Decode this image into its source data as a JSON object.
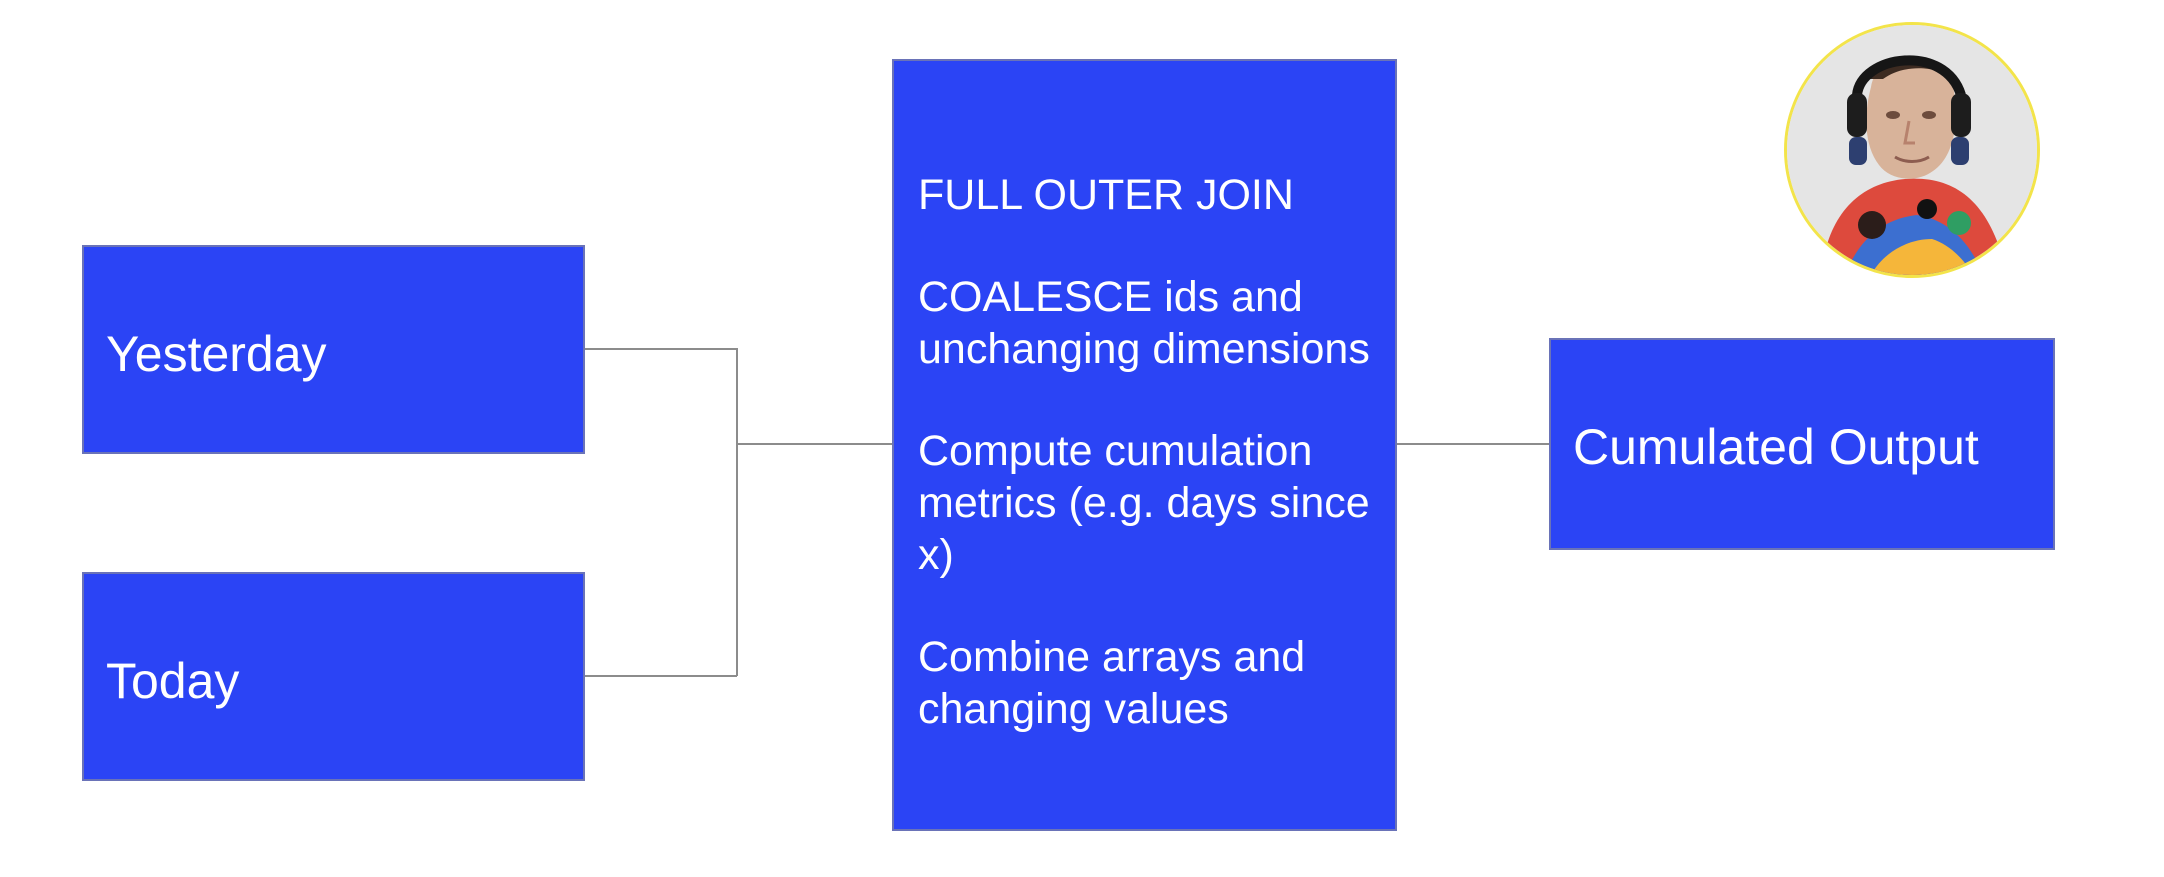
{
  "inputs": {
    "yesterday_label": "Yesterday",
    "today_label": "Today"
  },
  "process": {
    "steps": [
      "FULL OUTER JOIN",
      "COALESCE ids and unchanging dimensions",
      "Compute cumulation metrics (e.g. days since x)",
      "Combine arrays and changing values"
    ]
  },
  "output": {
    "label": "Cumulated Output"
  },
  "colors": {
    "box_fill": "#2b44f5",
    "box_border": "#6a73b8",
    "text": "#ffffff",
    "connector": "#8c8c8c",
    "camera_ring": "#f3e44a"
  },
  "presenter": {
    "icon": "webcam-presenter-avatar"
  }
}
